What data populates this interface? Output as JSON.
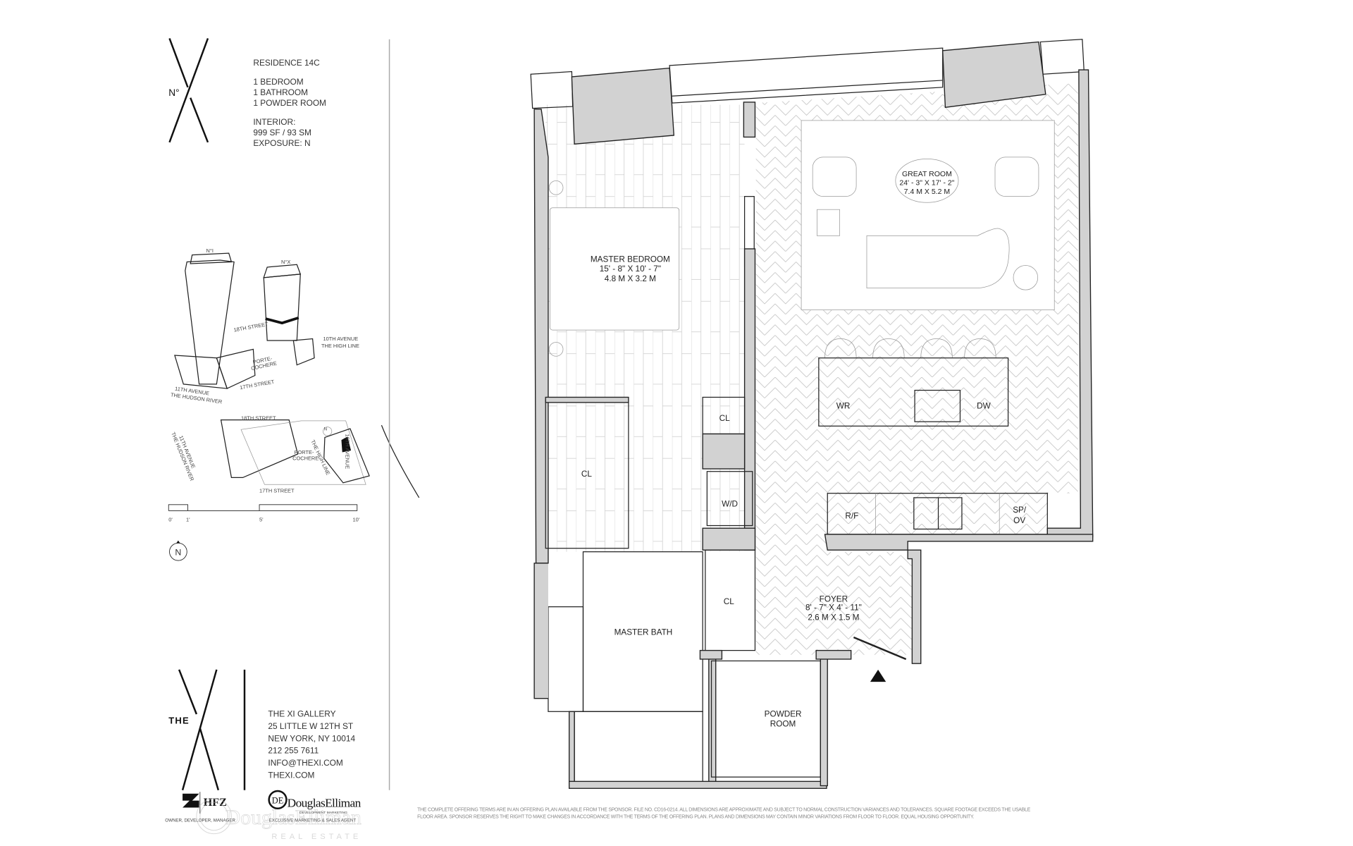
{
  "logo_top": {
    "prefix": "N°"
  },
  "residence": {
    "title": "RESIDENCE 14C",
    "bedrooms": "1 BEDROOM",
    "bathrooms": "1 BATHROOM",
    "powder": "1 POWDER ROOM",
    "interior_label": "INTERIOR:",
    "area": "999 SF / 93 SM",
    "exposure": "EXPOSURE: N"
  },
  "site_3d": {
    "tower_left": "N°I",
    "tower_right": "N°X",
    "street_18": "18TH STREET",
    "ave_10": "10TH AVENUE",
    "high_line": "THE HIGH LINE",
    "porte": "PORTE-",
    "cochere": "COCHERE",
    "ave_11": "11TH AVENUE",
    "hudson": "THE HUDSON RIVER",
    "street_17": "17TH STREET"
  },
  "site_plan": {
    "street_18": "18TH STREET",
    "ave_11": "11TH AVENUE",
    "hudson": "THE HUDSON RIVER",
    "porte": "PORTE-",
    "cochere": "COCHERE",
    "high_line": "THE HIGH LINE",
    "ave_10": "10TH AVENUE",
    "street_17": "17TH STREET",
    "north": "N"
  },
  "scale_bar": {
    "ticks": [
      "0'",
      "1'",
      "5'",
      "10'"
    ]
  },
  "compass": {
    "label": "N"
  },
  "rooms": {
    "great_room": {
      "name": "GREAT ROOM",
      "imperial": "24' - 3\" X 17' - 2\"",
      "metric": "7.4 M X 5.2 M"
    },
    "master_bedroom": {
      "name": "MASTER BEDROOM",
      "imperial": "15' - 8\" X 10' - 7\"",
      "metric": "4.8 M X 3.2 M"
    },
    "foyer": {
      "name": "FOYER",
      "imperial": "8' - 7\" X 4' - 11\"",
      "metric": "2.6 M X 1.5 M"
    },
    "master_bath": {
      "name": "MASTER BATH"
    },
    "powder_room": {
      "line1": "POWDER",
      "line2": "ROOM"
    },
    "closet_bedroom": "CL",
    "closet_hall": "CL",
    "closet_foyer": "CL",
    "washer_dryer": "W/D",
    "wine_fridge": "WR",
    "dishwasher": "DW",
    "fridge": "R/F",
    "sp_ov_1": "SP/",
    "sp_ov_2": "OV"
  },
  "logo_bottom": {
    "prefix": "THE"
  },
  "contact": {
    "name": "THE XI GALLERY",
    "street": "25 LITTLE W 12TH ST",
    "city": "NEW YORK, NY 10014",
    "phone": "212 255 7611",
    "email": "INFO@THEXI.COM",
    "web": "THEXI.COM"
  },
  "partners": {
    "hfz": "HFZ",
    "hfz_role": "OWNER, DEVELOPER, MANAGER",
    "elliman": "DouglasElliman",
    "elliman_sub": "DEVELOPMENT MARKETING",
    "elliman_role": "EXCLUSIVE MARKETING & SALES AGENT"
  },
  "watermark": {
    "brand": "DouglasElliman",
    "sub": "REAL ESTATE"
  },
  "disclaimer": {
    "line1": "THE COMPLETE OFFERING TERMS ARE IN AN OFFERING PLAN AVAILABLE FROM THE SPONSOR. FILE NO. CD16-0214. ALL DIMENSIONS ARE APPROXIMATE AND SUBJECT TO NORMAL CONSTRUCTION VARIANCES AND TOLERANCES. SQUARE FOOTAGE EXCEEDS THE USABLE",
    "line2": "FLOOR AREA. SPONSOR RESERVES THE RIGHT TO MAKE CHANGES IN ACCORDANCE WITH THE TERMS OF THE OFFERING PLAN. PLANS AND DIMENSIONS MAY CONTAIN MINOR VARIATIONS FROM FLOOR TO FLOOR.  EQUAL HOUSING OPPORTUNITY."
  }
}
